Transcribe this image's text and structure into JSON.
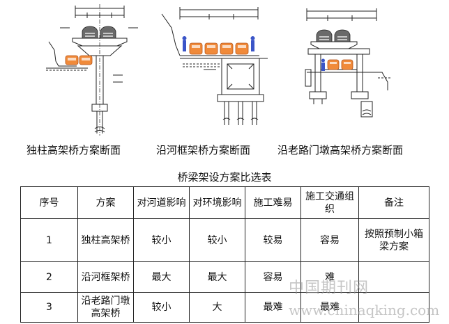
{
  "captions": {
    "single_column": "独柱高架桥方案断面",
    "river_frame": "沿河框架桥方案断面",
    "gantry_pier": "沿老路门墩高架桥方案断面"
  },
  "table": {
    "title": "桥梁架设方案比选表",
    "headers": [
      "序号",
      "方案",
      "对河道影响",
      "对环境影响",
      "施工难易",
      "施工交通组织",
      "备注"
    ],
    "rows": [
      [
        "1",
        "独柱高架桥",
        "较小",
        "较小",
        "较易",
        "容易",
        "按照预制小箱梁方案"
      ],
      [
        "2",
        "沿河框架桥",
        "最大",
        "最大",
        "容易",
        "难",
        ""
      ],
      [
        "3",
        "沿老路门墩高架桥",
        "较小",
        "大",
        "最难",
        "最难",
        ""
      ]
    ]
  },
  "watermark": {
    "site_name": "中国期刊网",
    "url": "www.chinaqking.com"
  },
  "colors": {
    "vehicle_orange": "#f08a3a",
    "vehicle_gray": "#6a6a6a",
    "person_blue": "#3b55c8",
    "line": "#222222"
  }
}
